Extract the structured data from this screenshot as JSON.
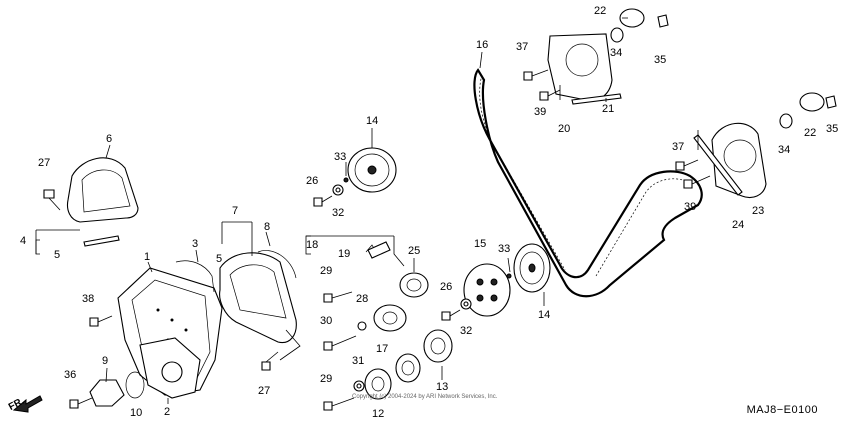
{
  "diagram_code": "MAJ8−E0100",
  "direction_label": "FR.",
  "copyright": "Copyright (c) 2004-2024 by ARI Network Services, Inc.",
  "callouts": [
    "1",
    "2",
    "3",
    "4",
    "5",
    "5",
    "6",
    "7",
    "8",
    "9",
    "10",
    "12",
    "13",
    "14",
    "14",
    "15",
    "16",
    "17",
    "18",
    "19",
    "20",
    "21",
    "22",
    "22",
    "23",
    "24",
    "25",
    "26",
    "26",
    "27",
    "27",
    "28",
    "29",
    "29",
    "30",
    "31",
    "32",
    "32",
    "33",
    "33",
    "34",
    "34",
    "35",
    "35",
    "36",
    "37",
    "37",
    "38",
    "39",
    "39"
  ]
}
